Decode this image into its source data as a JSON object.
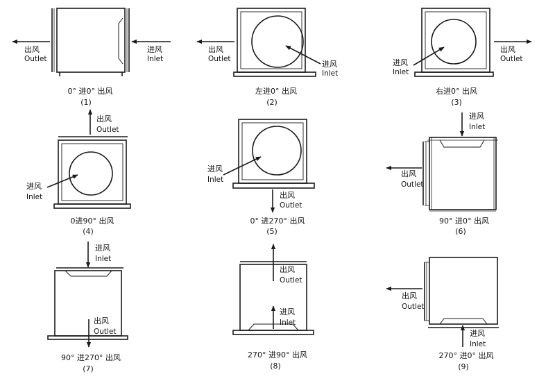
{
  "labels": {
    "outlet_cn": "出风",
    "outlet_en": "Outlet",
    "inlet_cn": "进风",
    "inlet_en": "Inlet"
  },
  "panels": [
    {
      "id": 1,
      "caption": "0° 进0° 出风",
      "number": "(1)"
    },
    {
      "id": 2,
      "caption": "左进0° 出风",
      "number": "(2)"
    },
    {
      "id": 3,
      "caption": "右进0° 出风",
      "number": "(3)"
    },
    {
      "id": 4,
      "caption": "0进90° 出风",
      "number": "(4)"
    },
    {
      "id": 5,
      "caption": "0° 进270° 出风",
      "number": "(5)"
    },
    {
      "id": 6,
      "caption": "90° 进0° 出风",
      "number": "(6)"
    },
    {
      "id": 7,
      "caption": "90° 进270° 出风",
      "number": "(7)"
    },
    {
      "id": 8,
      "caption": "270° 进90° 出风",
      "number": "(8)"
    },
    {
      "id": 9,
      "caption": "270° 进0° 出风",
      "number": "(9)"
    }
  ],
  "colors": {
    "stroke": "#1a1a1a",
    "background": "#ffffff"
  }
}
